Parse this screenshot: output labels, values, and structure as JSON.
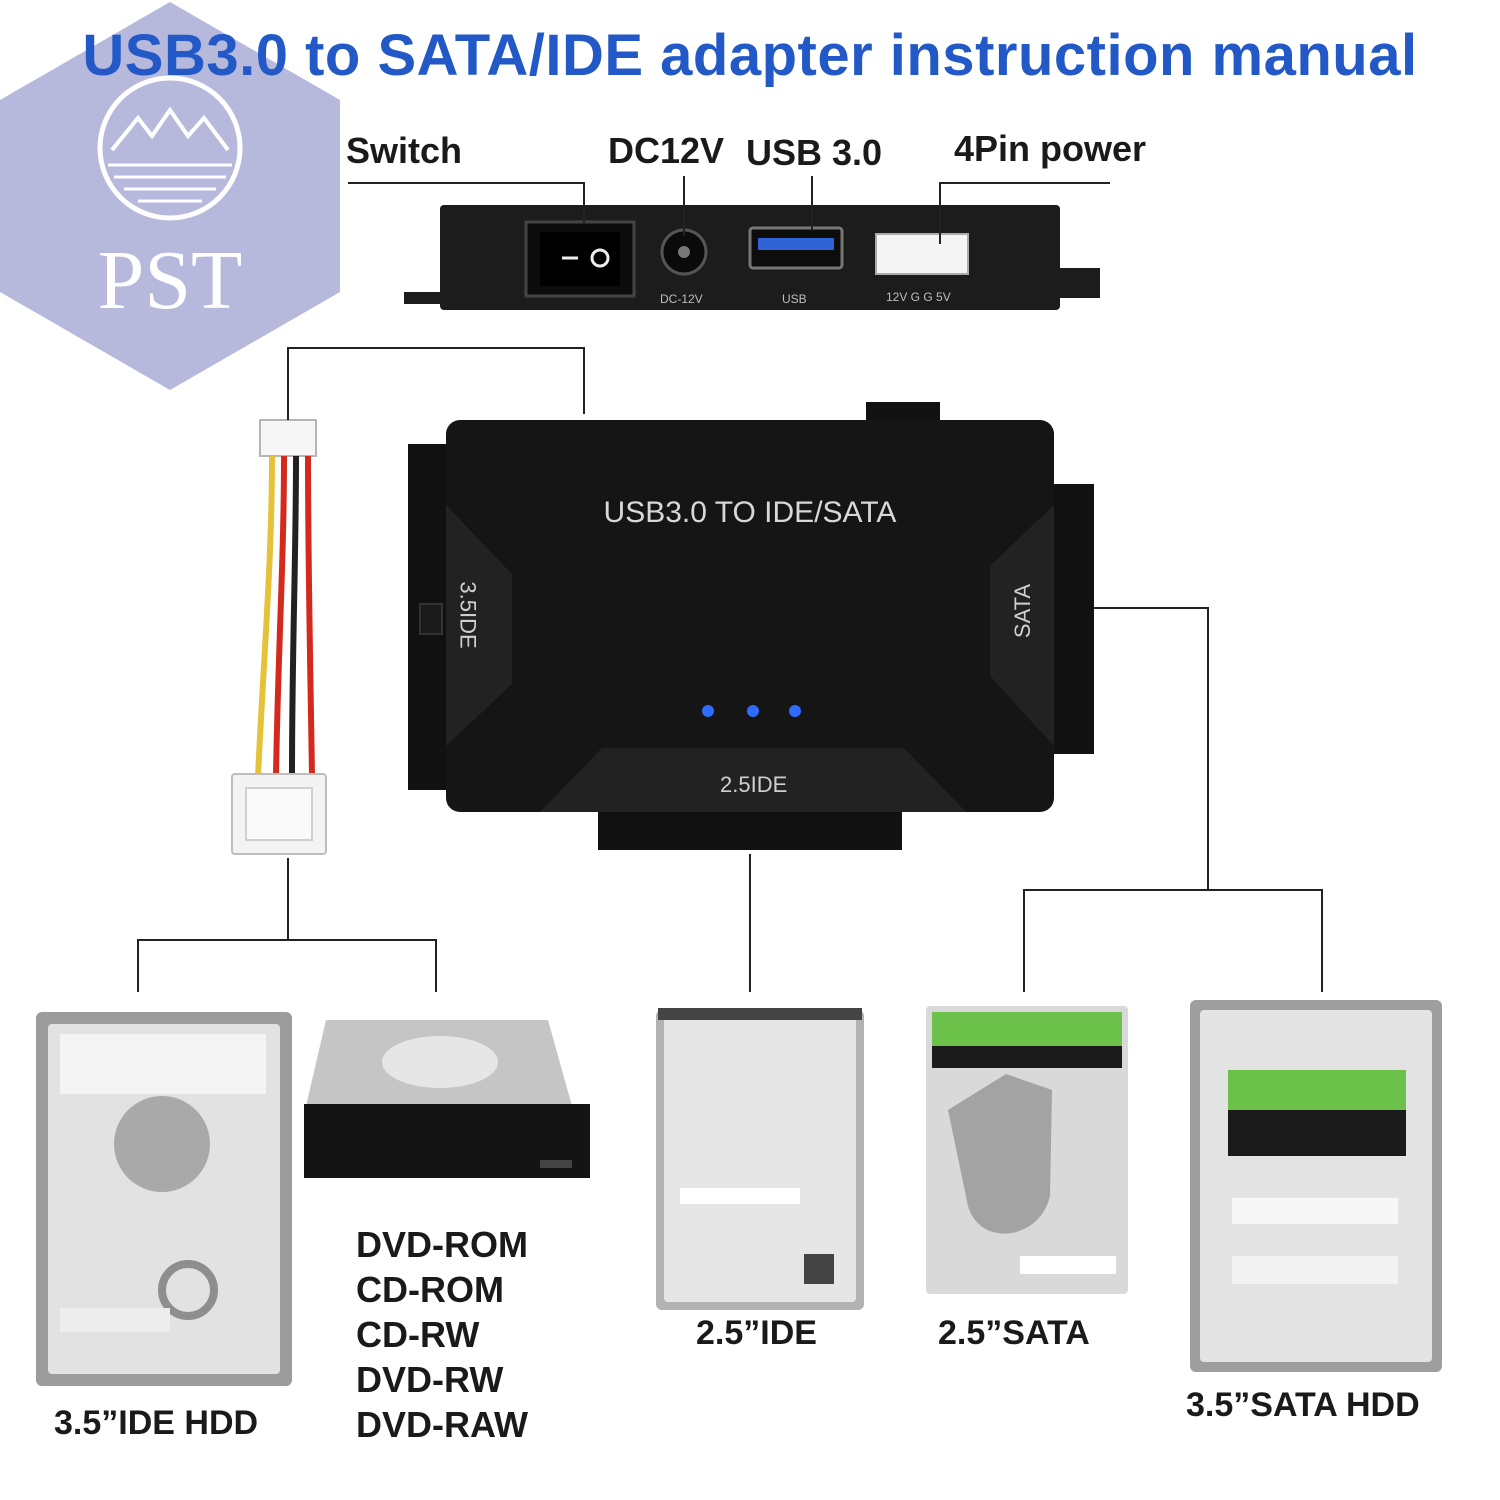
{
  "title": "USB3.0 to SATA/IDE adapter instruction manual",
  "logo": {
    "text": "PST"
  },
  "ports": {
    "switch": "Switch",
    "dc": "DC12V",
    "usb": "USB 3.0",
    "power": "4Pin power"
  },
  "port_small_labels": {
    "dc": "DC-12V",
    "usb": "USB",
    "power": "12V G G 5V"
  },
  "adapter": {
    "label": "USB3.0 TO IDE/SATA",
    "left_port": "3.5IDE",
    "right_port": "SATA",
    "bottom_port": "2.5IDE"
  },
  "devices": {
    "ide35": "3.5”IDE HDD",
    "optical": [
      "DVD-ROM",
      "CD-ROM",
      "CD-RW",
      "DVD-RW",
      "DVD-RAW"
    ],
    "ide25": "2.5”IDE",
    "sata25": "2.5”SATA",
    "sata35": "3.5”SATA HDD"
  },
  "colors": {
    "title": "#2259c7",
    "logo_hex": "#b6b8dc",
    "adapter_body": "#151515",
    "led": "#2f6bff",
    "drive_green": "#6cc14a"
  }
}
